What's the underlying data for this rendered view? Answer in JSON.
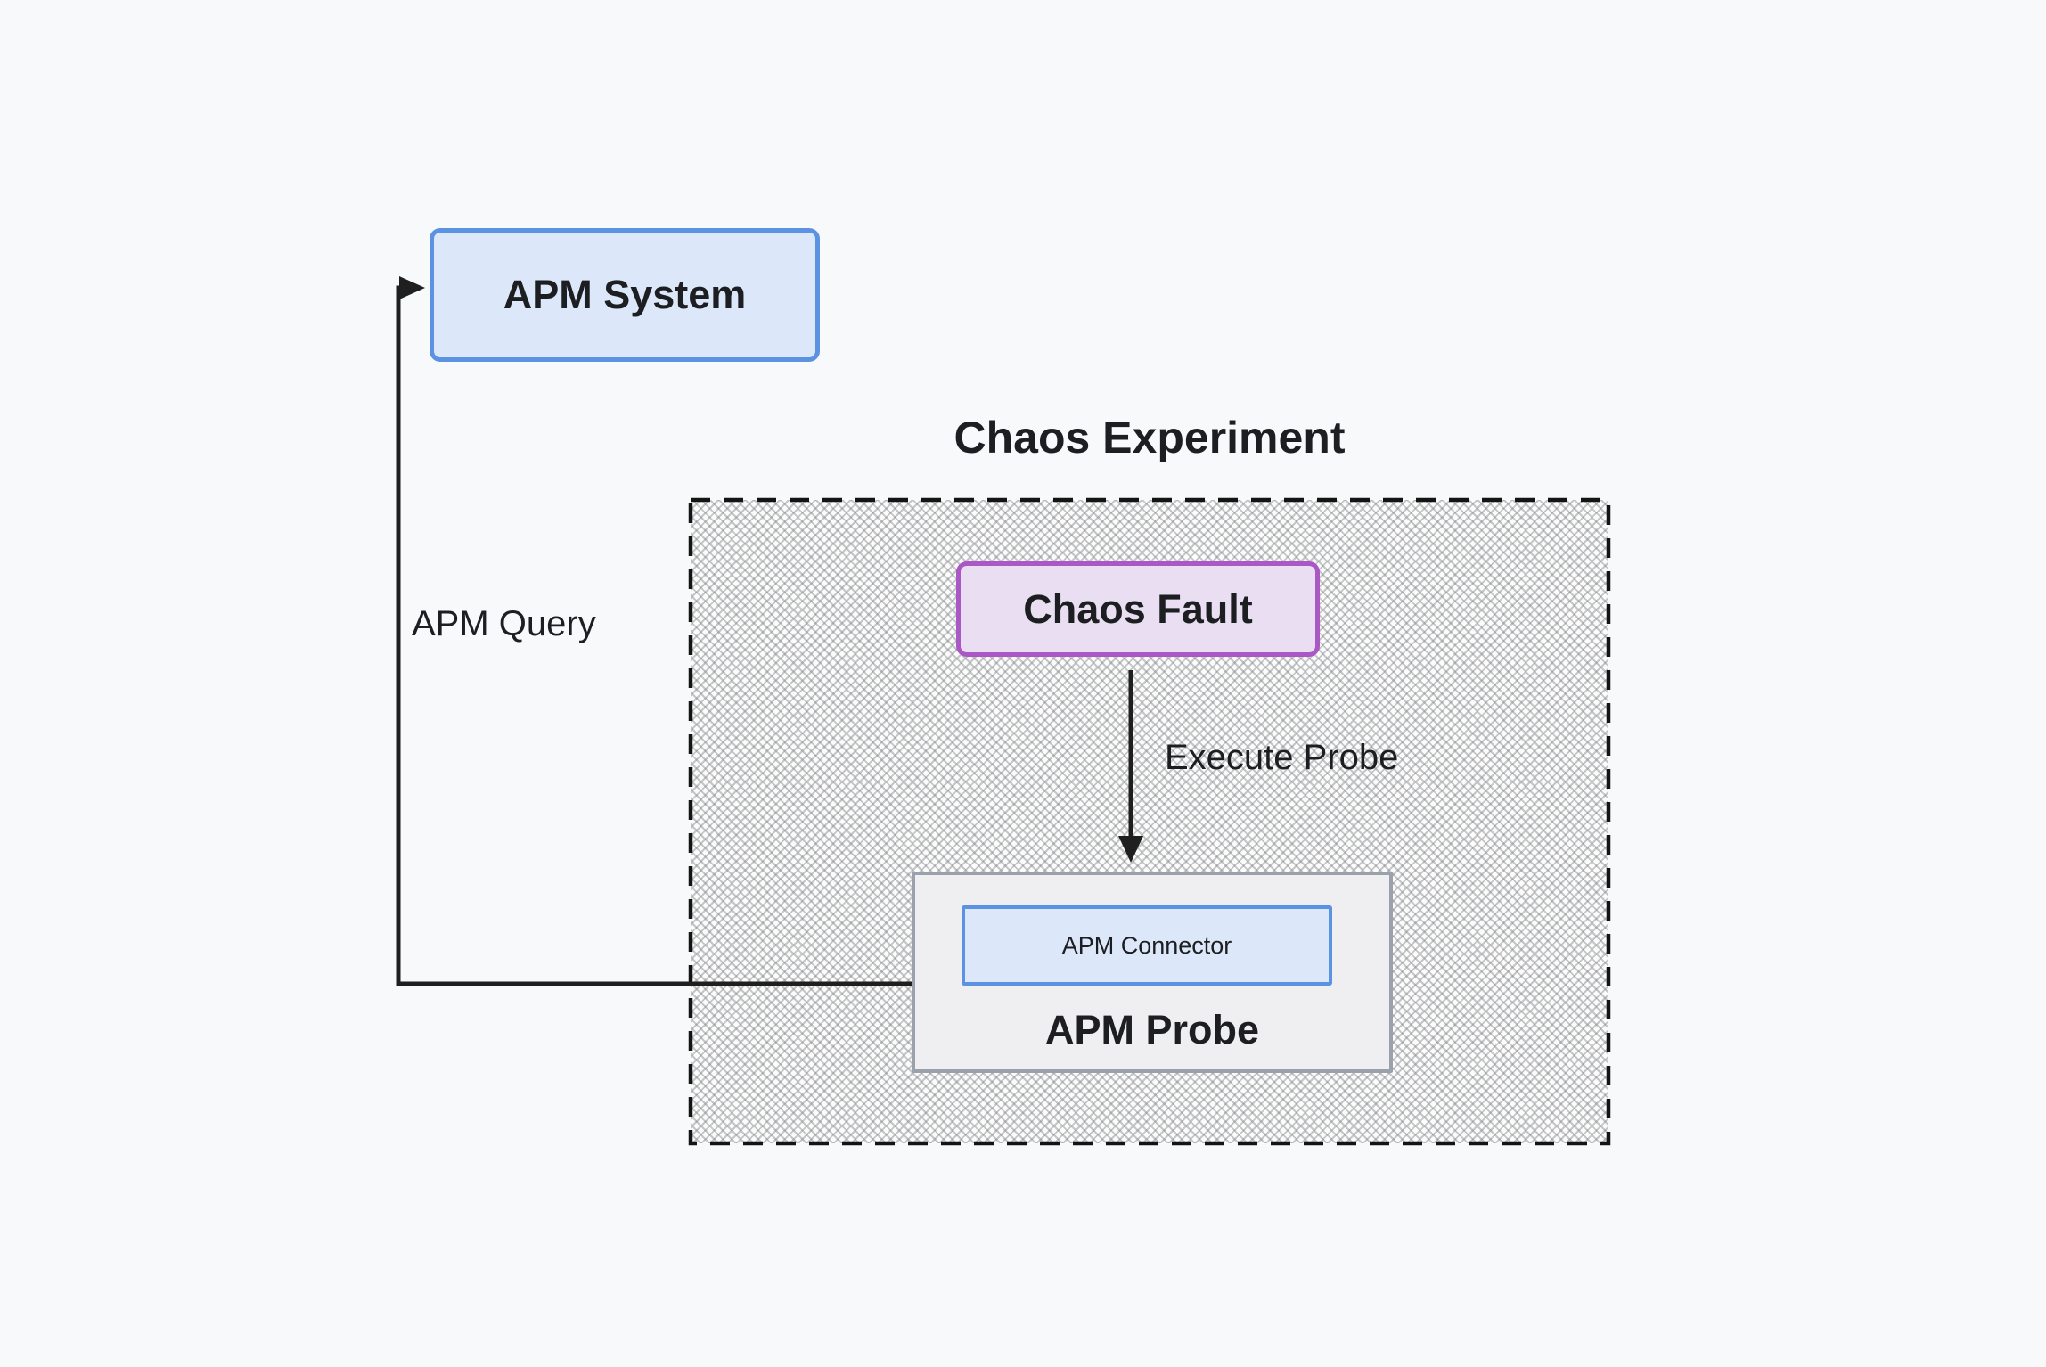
{
  "diagram": {
    "title": "Chaos Experiment",
    "nodes": {
      "apm_system": {
        "label": "APM System"
      },
      "chaos_fault": {
        "label": "Chaos Fault"
      },
      "apm_probe": {
        "label": "APM Probe"
      },
      "apm_connector": {
        "label": "APM Connector"
      }
    },
    "edges": {
      "apm_query": {
        "label": "APM Query",
        "from": "apm_probe",
        "to": "apm_system"
      },
      "execute_probe": {
        "label": "Execute Probe",
        "from": "chaos_fault",
        "to": "apm_probe"
      }
    }
  },
  "colors": {
    "background": "#f8f9fb",
    "blue_border": "#5b93e2",
    "blue_fill": "#dce8f9",
    "purple_border": "#a958c6",
    "purple_fill": "#e9def2",
    "gray_border": "#9ba1ab",
    "gray_fill": "#efeff1",
    "dash_border": "#141414",
    "line": "#1f1f1f",
    "text": "#1c1e21"
  }
}
